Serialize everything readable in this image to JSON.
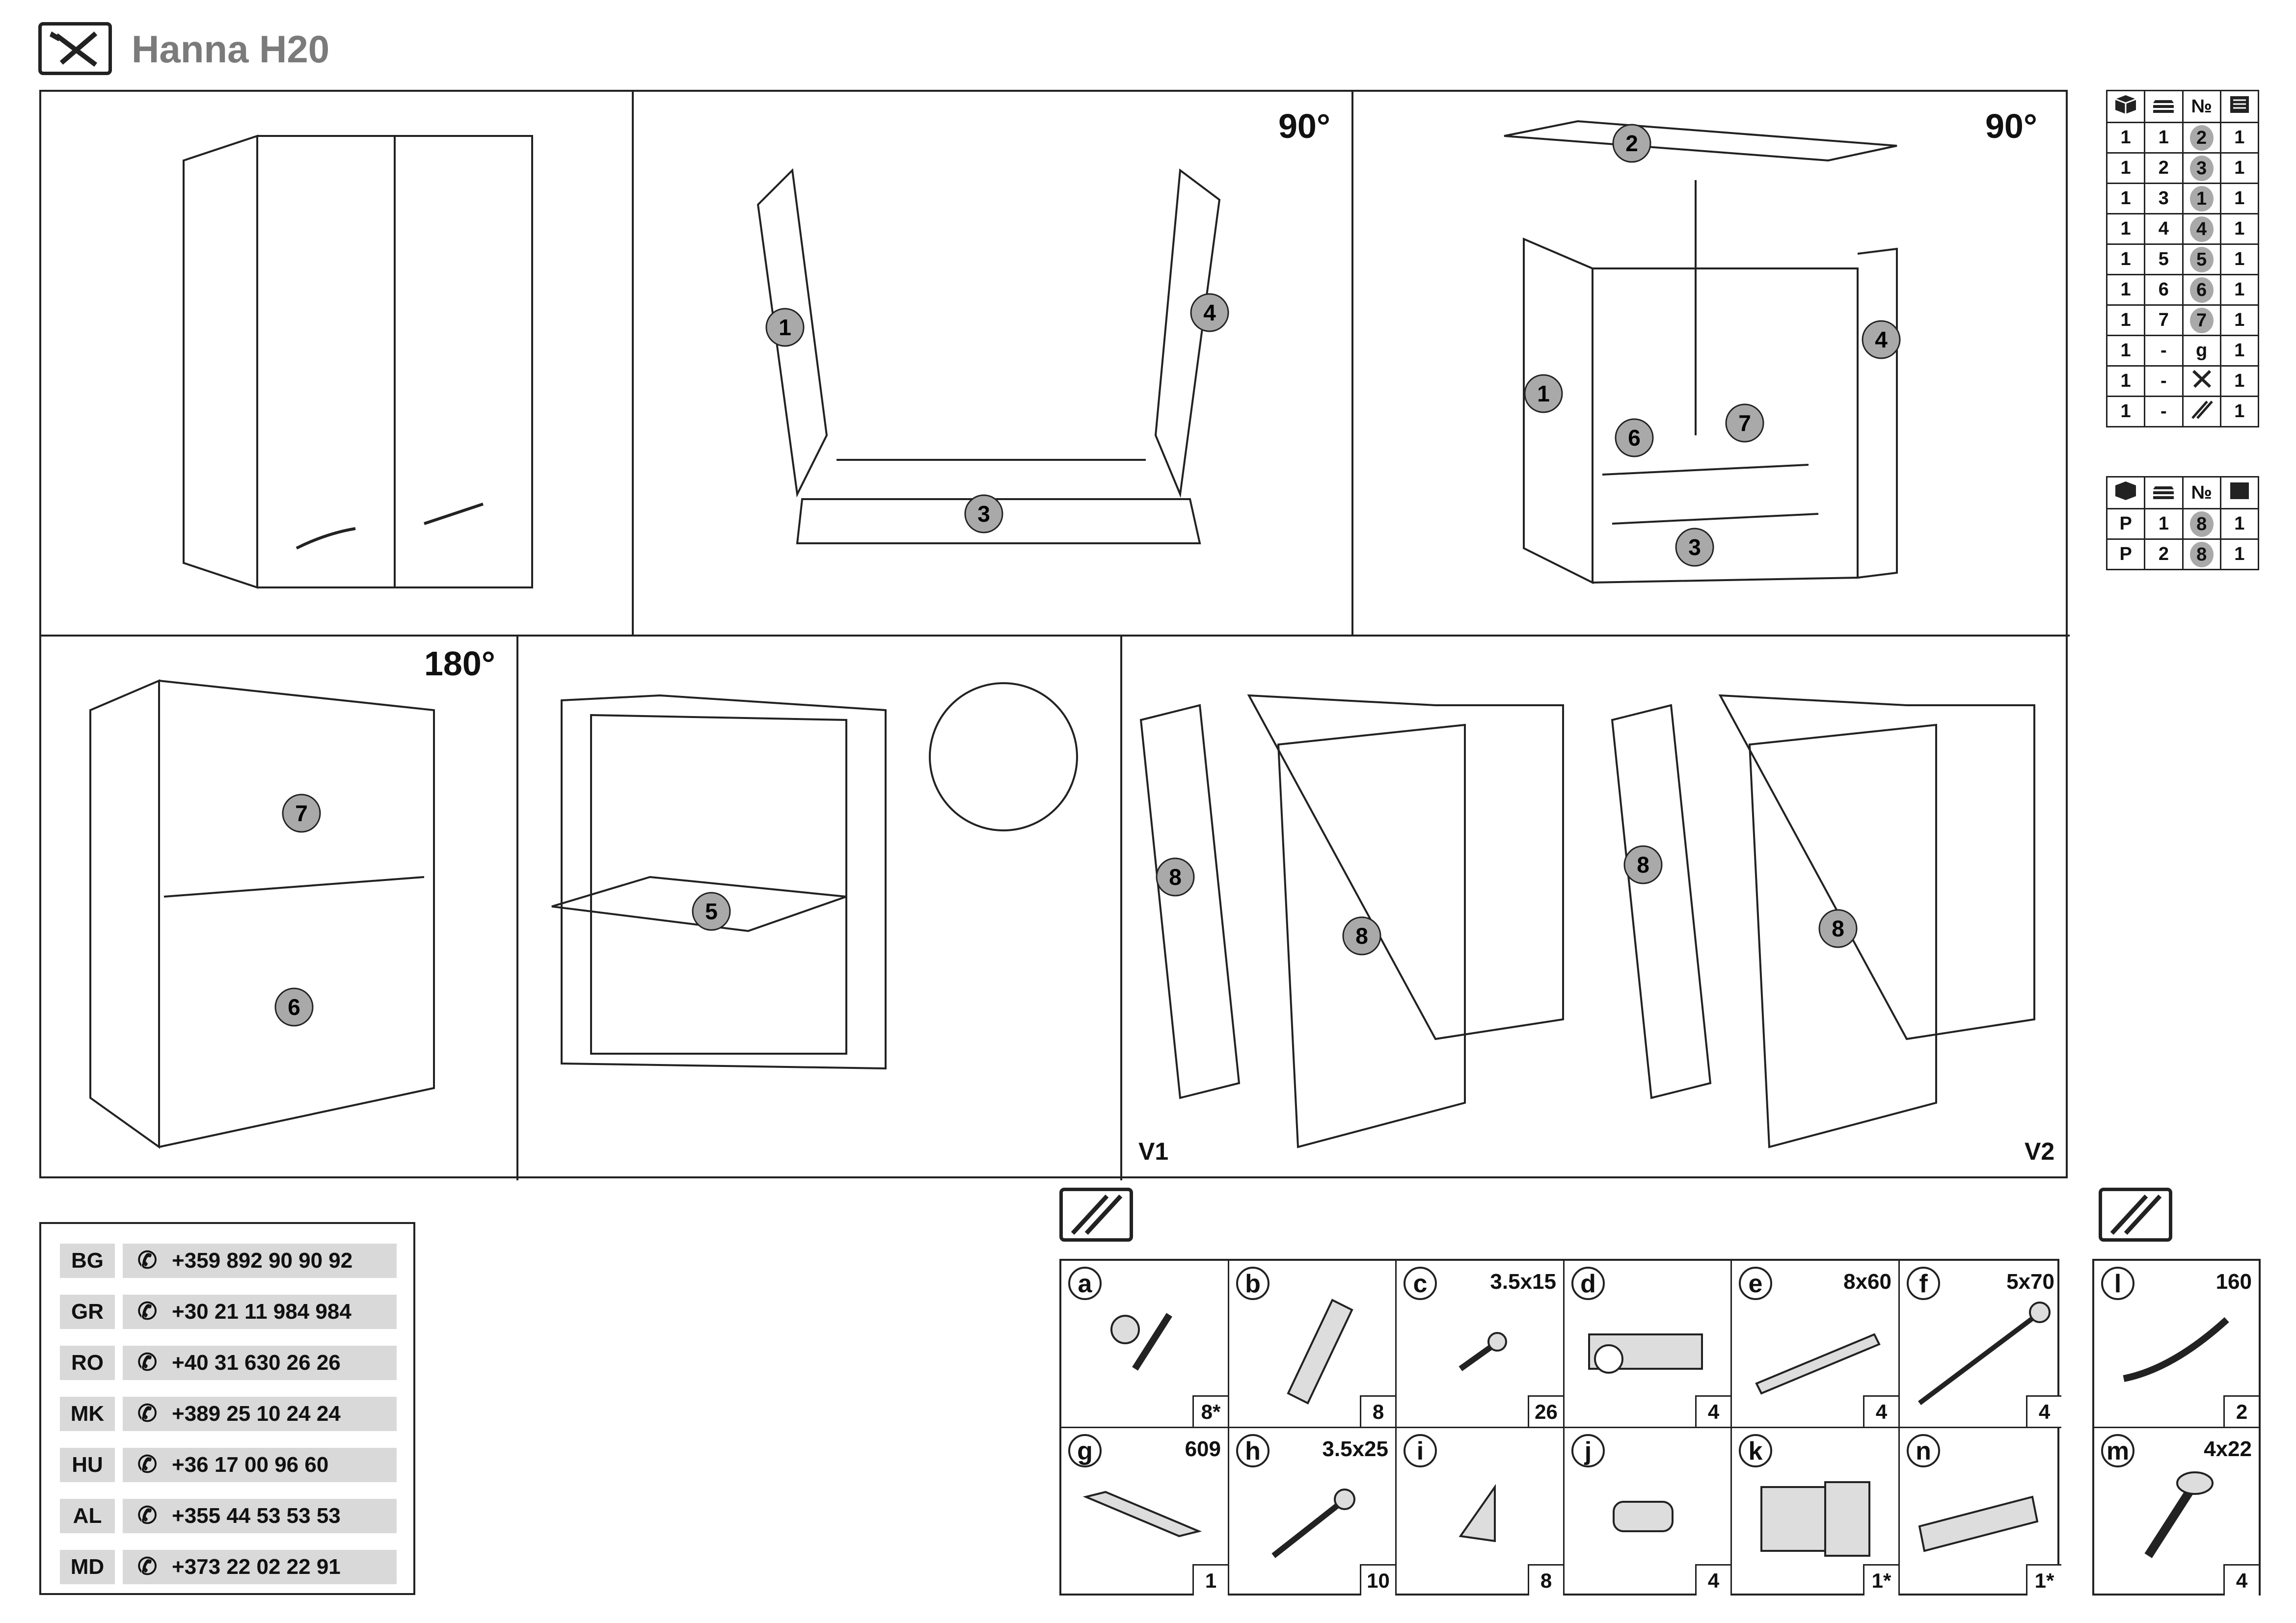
{
  "header": {
    "title": "Hanna H20",
    "icon": "tools-icon"
  },
  "steps": {
    "rotate_1": "90°",
    "rotate_2": "90°",
    "rotate_3": "180°",
    "variant_1": "V1",
    "variant_2": "V2"
  },
  "parts_table": {
    "headers": [
      "box-icon",
      "layers-icon",
      "№",
      "count-icon"
    ],
    "rows": [
      [
        "1",
        "1",
        "2",
        "1"
      ],
      [
        "1",
        "2",
        "3",
        "1"
      ],
      [
        "1",
        "3",
        "1",
        "1"
      ],
      [
        "1",
        "4",
        "4",
        "1"
      ],
      [
        "1",
        "5",
        "5",
        "1"
      ],
      [
        "1",
        "6",
        "6",
        "1"
      ],
      [
        "1",
        "7",
        "7",
        "1"
      ],
      [
        "1",
        "-",
        "g",
        "1"
      ],
      [
        "1",
        "-",
        "tools-icon",
        "1"
      ],
      [
        "1",
        "-",
        "fittings-icon",
        "1"
      ]
    ]
  },
  "doors_table": {
    "rows": [
      [
        "P",
        "1",
        "8",
        "1"
      ],
      [
        "P",
        "2",
        "8",
        "1"
      ]
    ]
  },
  "contacts": [
    {
      "code": "BG",
      "phone": "+359 892 90 90 92"
    },
    {
      "code": "GR",
      "phone": "+30 21 11 984 984"
    },
    {
      "code": "RO",
      "phone": "+40 31 630 26 26"
    },
    {
      "code": "MK",
      "phone": "+389 25 10 24 24"
    },
    {
      "code": "HU",
      "phone": "+36 17 00 96 60"
    },
    {
      "code": "AL",
      "phone": "+355 44 53 53 53"
    },
    {
      "code": "MD",
      "phone": "+373 22 02 22 91"
    }
  ],
  "hardware": [
    {
      "letter": "a",
      "size": "",
      "qty": "8*"
    },
    {
      "letter": "b",
      "size": "",
      "qty": "8"
    },
    {
      "letter": "c",
      "size": "3.5x15",
      "qty": "26"
    },
    {
      "letter": "d",
      "size": "",
      "qty": "4"
    },
    {
      "letter": "e",
      "size": "8x60",
      "qty": "4"
    },
    {
      "letter": "f",
      "size": "5x70",
      "qty": "4"
    },
    {
      "letter": "g",
      "size": "609",
      "qty": "1"
    },
    {
      "letter": "h",
      "size": "3.5x25",
      "qty": "10"
    },
    {
      "letter": "i",
      "size": "",
      "qty": "8"
    },
    {
      "letter": "j",
      "size": "",
      "qty": "4"
    },
    {
      "letter": "k",
      "size": "",
      "qty": "1*"
    },
    {
      "letter": "n",
      "size": "",
      "qty": "1*"
    }
  ],
  "hardware_extra": [
    {
      "letter": "l",
      "size": "160",
      "qty": "2"
    },
    {
      "letter": "m",
      "size": "4x22",
      "qty": "4"
    }
  ]
}
